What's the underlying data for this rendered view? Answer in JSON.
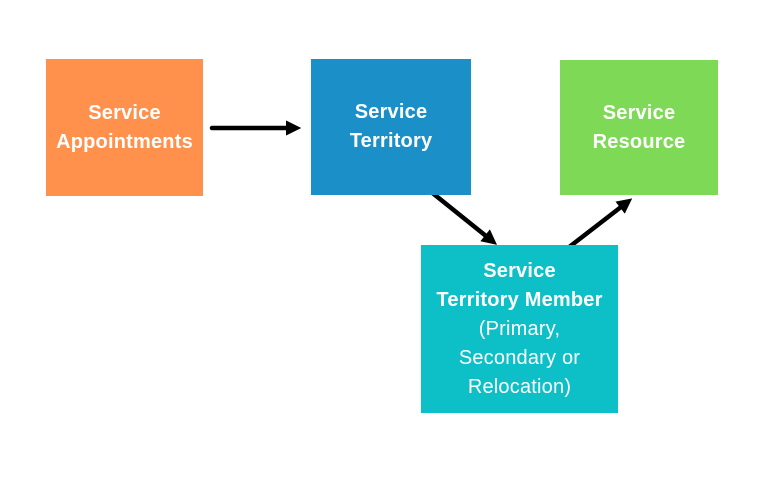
{
  "background_color": "#ffffff",
  "text_color": "#ffffff",
  "arrow_color": "#000000",
  "nodes": [
    {
      "id": "service-appointments",
      "color": "#ff914d",
      "lines": [
        "Service",
        "Appointments"
      ]
    },
    {
      "id": "service-territory",
      "color": "#1b90c8",
      "lines": [
        "Service",
        "Territory"
      ]
    },
    {
      "id": "service-resource",
      "color": "#7ed957",
      "lines": [
        "Service",
        "Resource"
      ]
    },
    {
      "id": "service-territory-member",
      "color": "#0dbfc6",
      "lines": [
        "Service",
        "Territory Member",
        "(Primary,",
        "Secondary or",
        "Relocation)"
      ]
    }
  ],
  "arrows": [
    {
      "id": "appointments-to-territory",
      "from": "service-appointments",
      "to": "service-territory"
    },
    {
      "id": "territory-to-member",
      "from": "service-territory",
      "to": "service-territory-member"
    },
    {
      "id": "member-to-resource",
      "from": "service-territory-member",
      "to": "service-resource"
    }
  ]
}
